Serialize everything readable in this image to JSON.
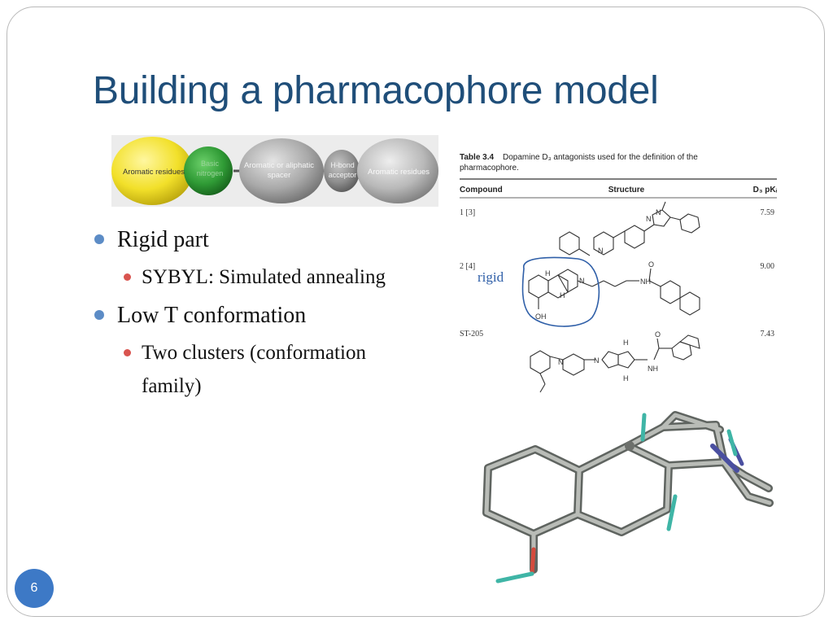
{
  "slide": {
    "title": "Building a pharmacophore model",
    "page_number": "6"
  },
  "pharmacophore_bar": {
    "features": [
      {
        "label_lines": [
          "Aromatic residues"
        ],
        "color": "#f2e02a"
      },
      {
        "label_lines": [
          "Basic",
          "nitrogen"
        ],
        "color": "#2f9a35"
      },
      {
        "label_lines": [
          "Aromatic or aliphatic",
          "spacer"
        ],
        "color": "#a9a9a9"
      },
      {
        "label_lines": [
          "H-bond",
          "acceptor"
        ],
        "color": "#8e8e8e"
      },
      {
        "label_lines": [
          "Aromatic residues"
        ],
        "color": "#b9b9b9"
      }
    ]
  },
  "bullets": [
    {
      "text": "Rigid part",
      "children": [
        {
          "text": "SYBYL: Simulated annealing"
        }
      ]
    },
    {
      "text": "Low T conformation",
      "children": [
        {
          "text": "Two clusters (conformation family)"
        }
      ]
    }
  ],
  "table": {
    "caption_label": "Table 3.4",
    "caption_text": "Dopamine D₃ antagonists used for the definition of the pharmacophore.",
    "headers": {
      "compound": "Compound",
      "structure": "Structure",
      "value": "D₃ pKᵢ"
    },
    "rows": [
      {
        "compound": "1 [3]",
        "value": "7.59"
      },
      {
        "compound": "2 [4]",
        "value": "9.00"
      },
      {
        "compound": "ST-205",
        "value": "7.43"
      }
    ],
    "annotation": "rigid",
    "atom_labels": {
      "N": "N",
      "H": "H",
      "OH": "OH",
      "O": "O",
      "NH": "NH"
    }
  }
}
